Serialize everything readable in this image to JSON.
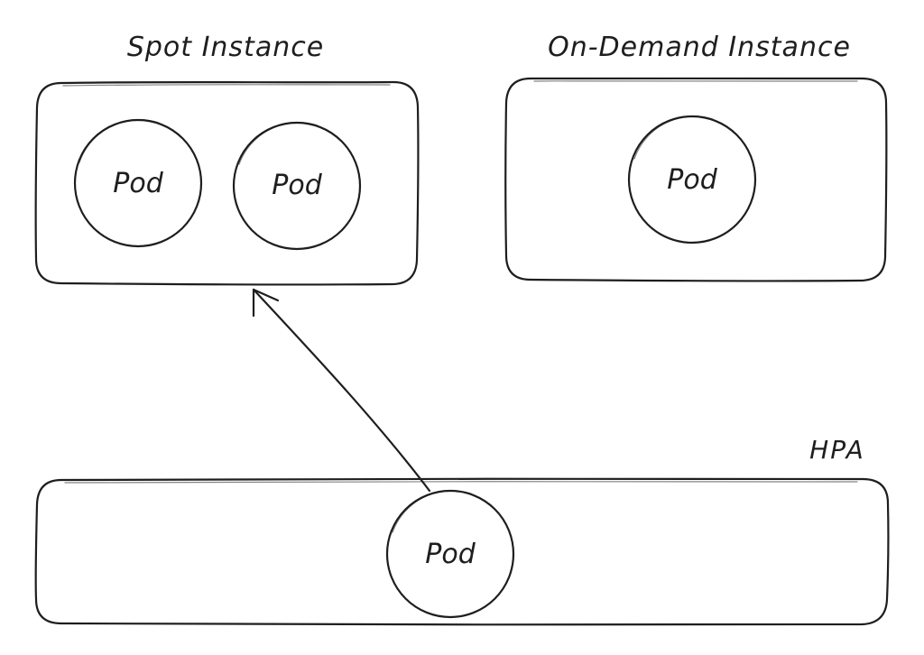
{
  "diagram": {
    "spot_instance": {
      "title": "Spot Instance",
      "pods": [
        "Pod",
        "Pod"
      ]
    },
    "on_demand_instance": {
      "title": "On-Demand Instance",
      "pods": [
        "Pod"
      ]
    },
    "hpa": {
      "title": "HPA",
      "pods": [
        "Pod"
      ]
    },
    "stroke_color": "#1e1e1e",
    "background_color": "#ffffff"
  }
}
